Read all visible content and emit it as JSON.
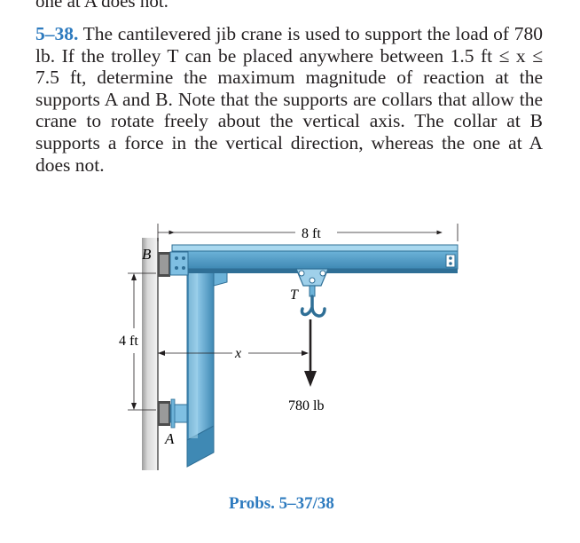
{
  "header_cut_text": "one at A does not.",
  "problem": {
    "number": "5–38.",
    "text": "The cantilevered jib crane is used to support the load of 780 lb. If the trolley T can be placed anywhere between 1.5 ft ≤ x ≤ 7.5 ft, determine the maximum magnitude of reaction at the supports A and B. Note that the supports are collars that allow the crane to rotate freely about the vertical axis. The collar at B supports a force in the vertical direction, whereas the one at A does not."
  },
  "figure": {
    "label_B": "B",
    "label_A": "A",
    "label_T": "T",
    "label_x": "x",
    "dim_8ft": "8 ft",
    "dim_4ft": "4 ft",
    "load": "780 lb"
  },
  "caption": "Probs. 5–37/38",
  "colors": {
    "accent": "#2e7bbf",
    "steel": "#5fa8cf",
    "steel_light": "#9fd0ea",
    "steel_dark": "#2f6f96"
  }
}
